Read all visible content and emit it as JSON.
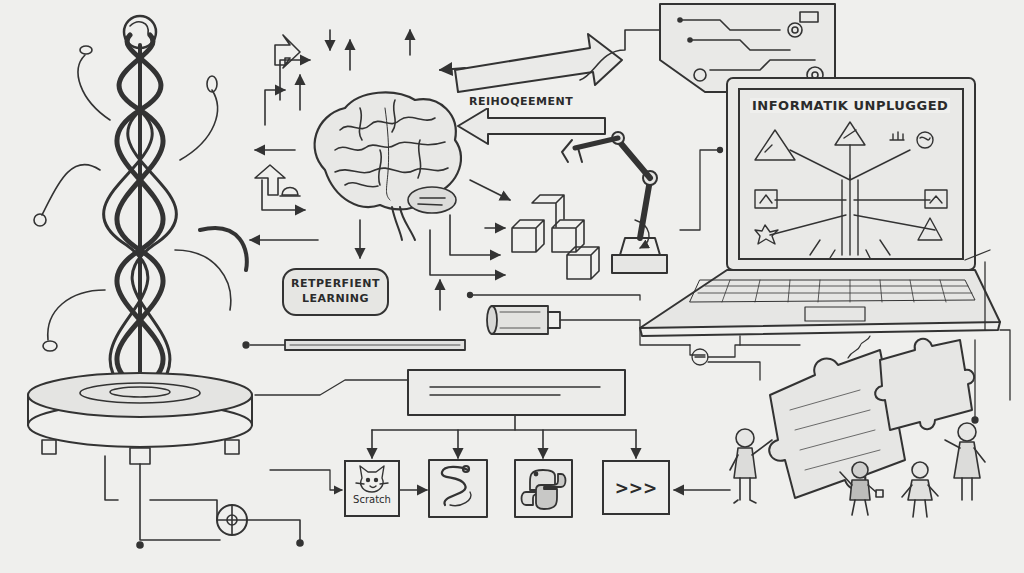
{
  "diagram": {
    "nodes": [
      {
        "text": [
          "RETPERFIENT LEARNING"
        ]
      },
      {
        "text": [
          "INFORMATIK UNPLUGGED"
        ]
      },
      {
        "text": [
          "Scratch"
        ]
      },
      {
        "text": [
          ">>>"
        ]
      }
    ],
    "labels": [
      "REIHOQEEMENT"
    ]
  }
}
